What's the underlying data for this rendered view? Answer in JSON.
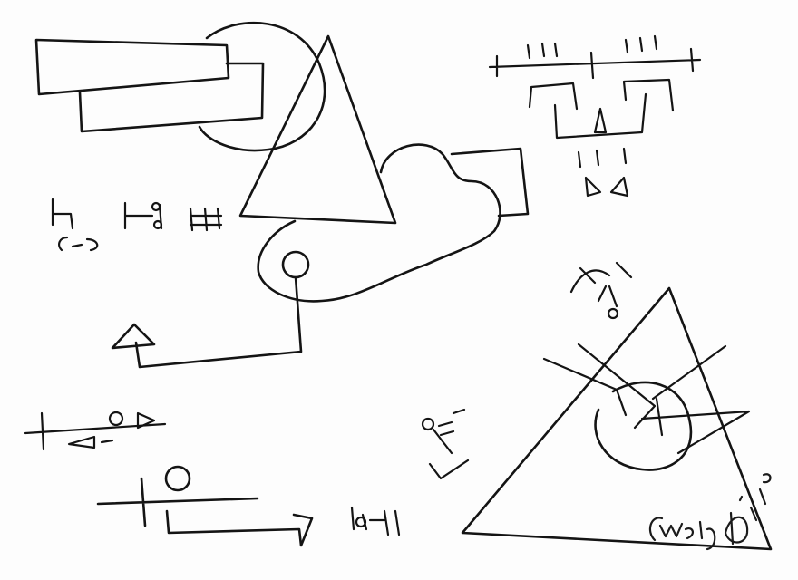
{
  "artwork": {
    "medium": "ink-on-paper",
    "paper_color": "#fdfdfd",
    "ink_color": "#141414",
    "signatures": [
      "CWesley",
      "D'Amico"
    ]
  }
}
